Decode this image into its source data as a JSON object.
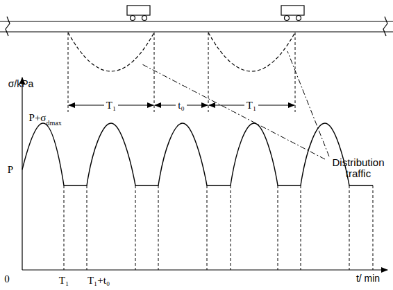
{
  "diagram": {
    "labels": [
      "σ/kPa",
      "P+σ",
      "dmax",
      "P",
      "0",
      "T₁",
      "T₁+t₀",
      "t/ min",
      "T₁",
      "t₀",
      "T₁",
      "Distribution traffic"
    ]
  }
}
